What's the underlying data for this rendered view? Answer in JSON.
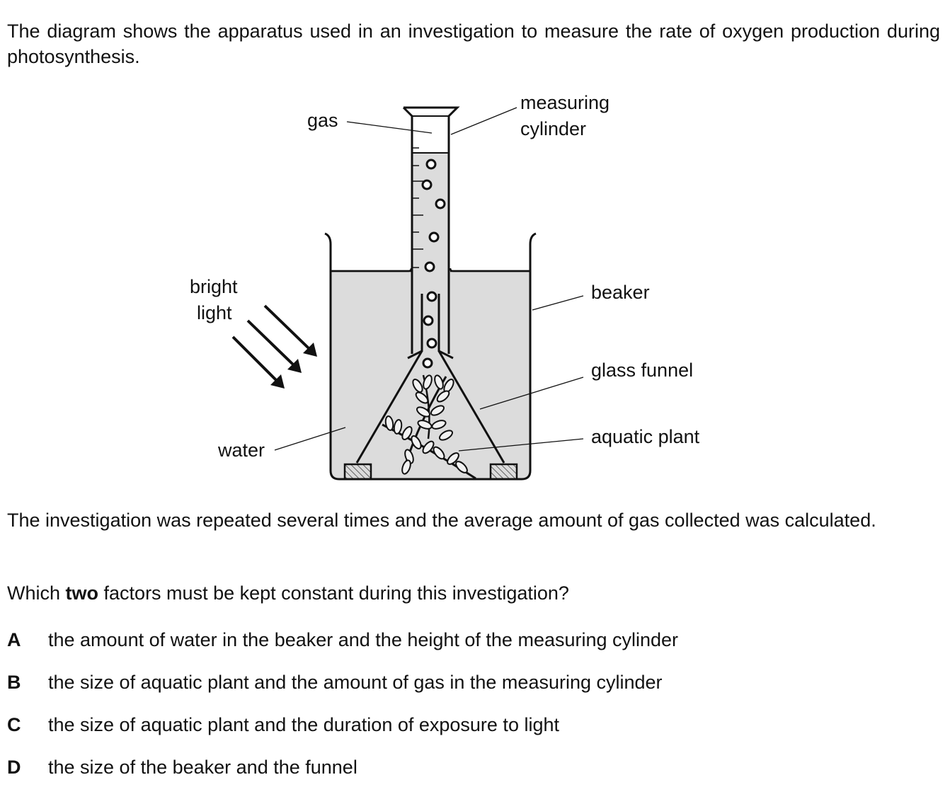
{
  "intro": "The diagram shows the apparatus used in an investigation to measure the rate of oxygen production during photosynthesis.",
  "diagram": {
    "labels": {
      "gas": "gas",
      "measuring_cylinder_line1": "measuring",
      "measuring_cylinder_line2": "cylinder",
      "bright_light_line1": "bright",
      "bright_light_line2": "light",
      "beaker": "beaker",
      "glass_funnel": "glass funnel",
      "aquatic_plant": "aquatic plant",
      "water": "water"
    }
  },
  "repeat_text": "The investigation was repeated several times and the average amount of gas collected was calculated.",
  "question": {
    "before": "Which ",
    "bold": "two",
    "after": " factors must be kept constant during this investigation?"
  },
  "options": [
    {
      "letter": "A",
      "text": "the amount of water in the beaker and the height of the measuring cylinder"
    },
    {
      "letter": "B",
      "text": "the size of aquatic plant and the amount of gas in the measuring cylinder"
    },
    {
      "letter": "C",
      "text": "the size of aquatic plant and the duration of exposure to light"
    },
    {
      "letter": "D",
      "text": "the size of the beaker and the funnel"
    }
  ]
}
